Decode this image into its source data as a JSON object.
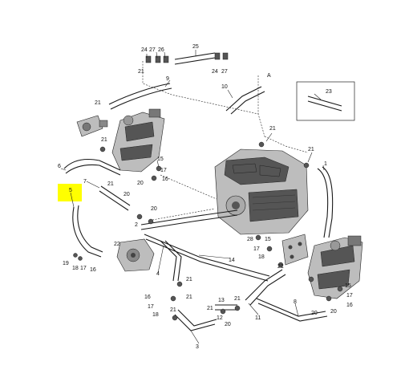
{
  "diagram": {
    "highlight_color": "#ffff00",
    "labels": {
      "l24a": "24",
      "l27a": "27",
      "l26": "26",
      "l25": "25",
      "l21a": "21",
      "l24b": "24",
      "l27b": "27",
      "l9": "9",
      "l10": "10",
      "lA": "A",
      "l23": "23",
      "l21b": "21",
      "l21c": "21",
      "l21d": "21",
      "l21e": "21",
      "l1": "1",
      "l6": "6",
      "l7": "7",
      "l5": "5",
      "l15a": "15",
      "l17a": "17",
      "l16a": "16",
      "l20a": "20",
      "l21f": "21",
      "l20b": "20",
      "l20c": "20",
      "l22": "22",
      "l19": "19",
      "l18a": "18",
      "l17b": "17",
      "l16b": "16",
      "l2": "2",
      "l4": "4",
      "l21g": "21",
      "l21h": "21",
      "l14": "14",
      "l28": "28",
      "l15b": "15",
      "l17c": "17",
      "l18b": "18",
      "l21i": "21",
      "l15c": "15",
      "l17d": "17",
      "l16c": "16",
      "l20d": "20",
      "l8": "8",
      "l16d": "16",
      "l17e": "17",
      "l18c": "18",
      "l21j": "21",
      "l21k": "21",
      "l13": "13",
      "l21l": "21",
      "l12": "12",
      "l20e": "20",
      "l20f": "20",
      "l3": "3",
      "l11": "11"
    }
  }
}
